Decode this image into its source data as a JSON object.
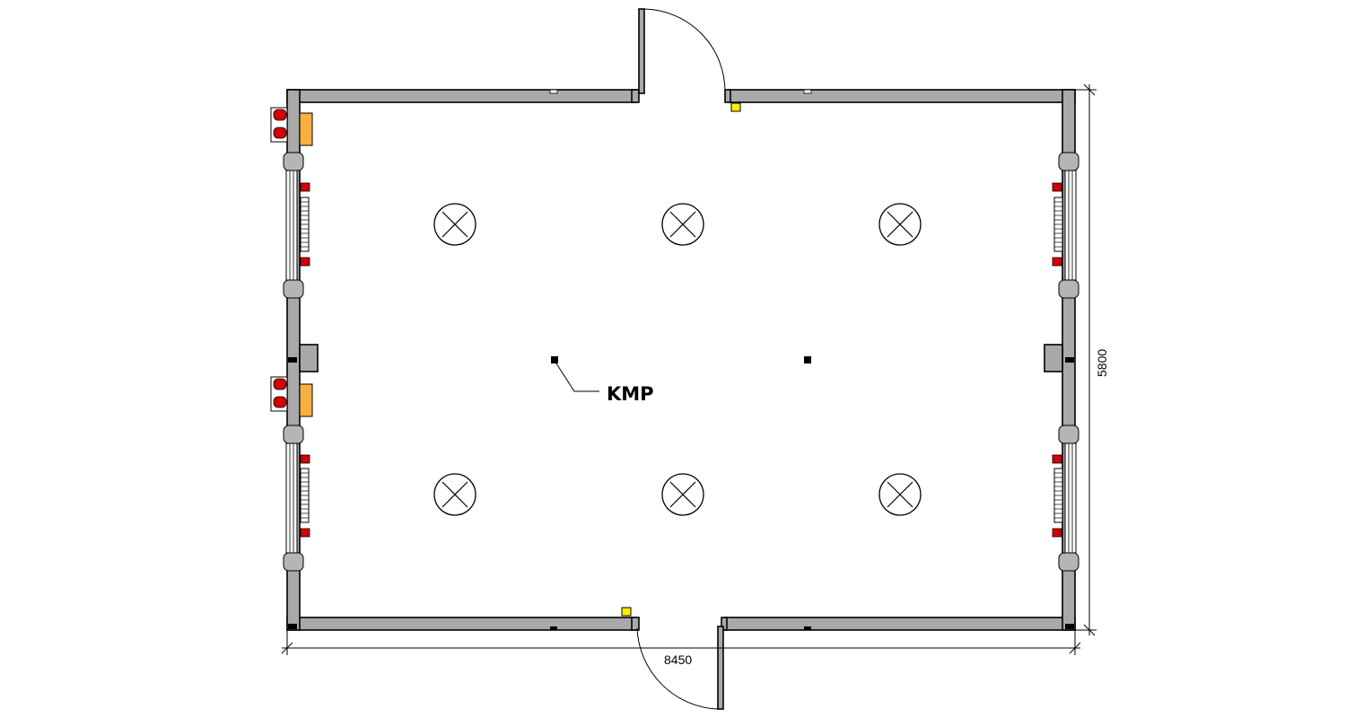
{
  "dimensions": {
    "width_label": "8450",
    "height_label": "5800"
  },
  "annotation": {
    "label": "KMP"
  },
  "fixtures": {
    "ceiling_lamps": [
      {
        "row": 1,
        "col": 1
      },
      {
        "row": 1,
        "col": 2
      },
      {
        "row": 1,
        "col": 3
      },
      {
        "row": 2,
        "col": 1
      },
      {
        "row": 2,
        "col": 2
      },
      {
        "row": 2,
        "col": 3
      }
    ]
  },
  "colors": {
    "wall": "#a9a9a9",
    "heater_red": "#d40000",
    "panel_orange": "#f7b040",
    "switch_yellow": "#ffee00"
  }
}
